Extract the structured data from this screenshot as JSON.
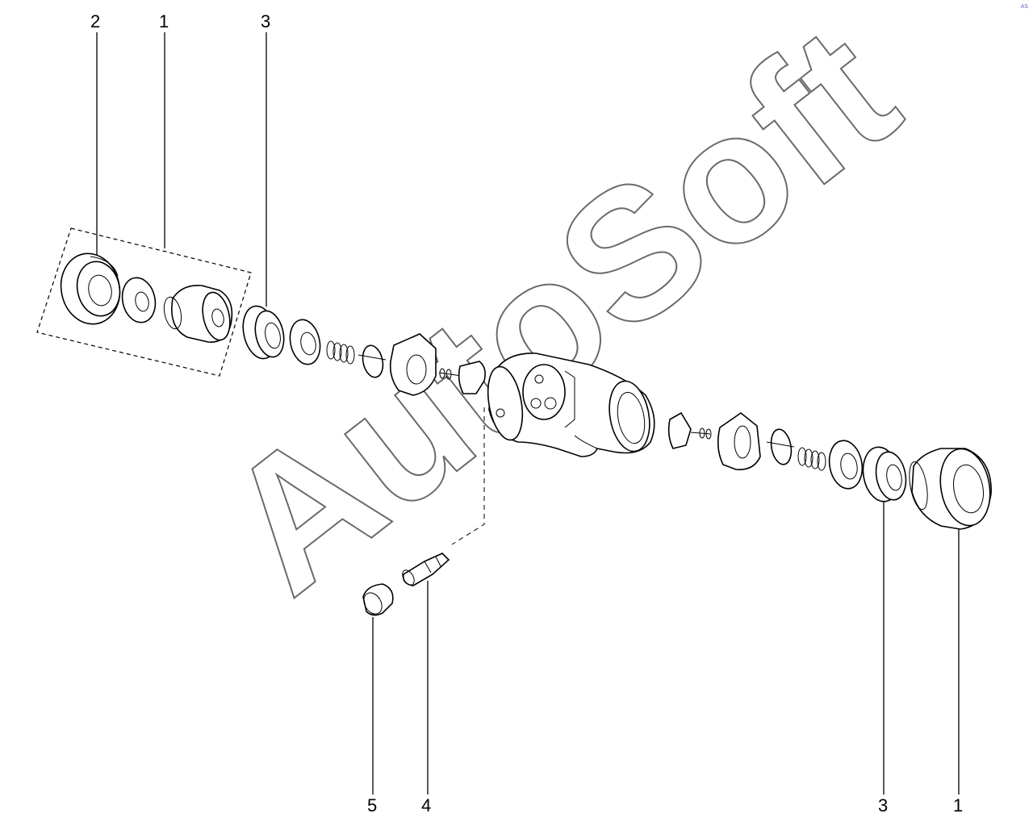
{
  "diagram": {
    "callouts": {
      "top_2": "2",
      "top_1": "1",
      "top_3": "3",
      "bottom_5": "5",
      "bottom_4": "4",
      "bottom_3": "3",
      "bottom_1": "1"
    },
    "watermark": "AutoSoft",
    "corner_mark": "AS"
  }
}
